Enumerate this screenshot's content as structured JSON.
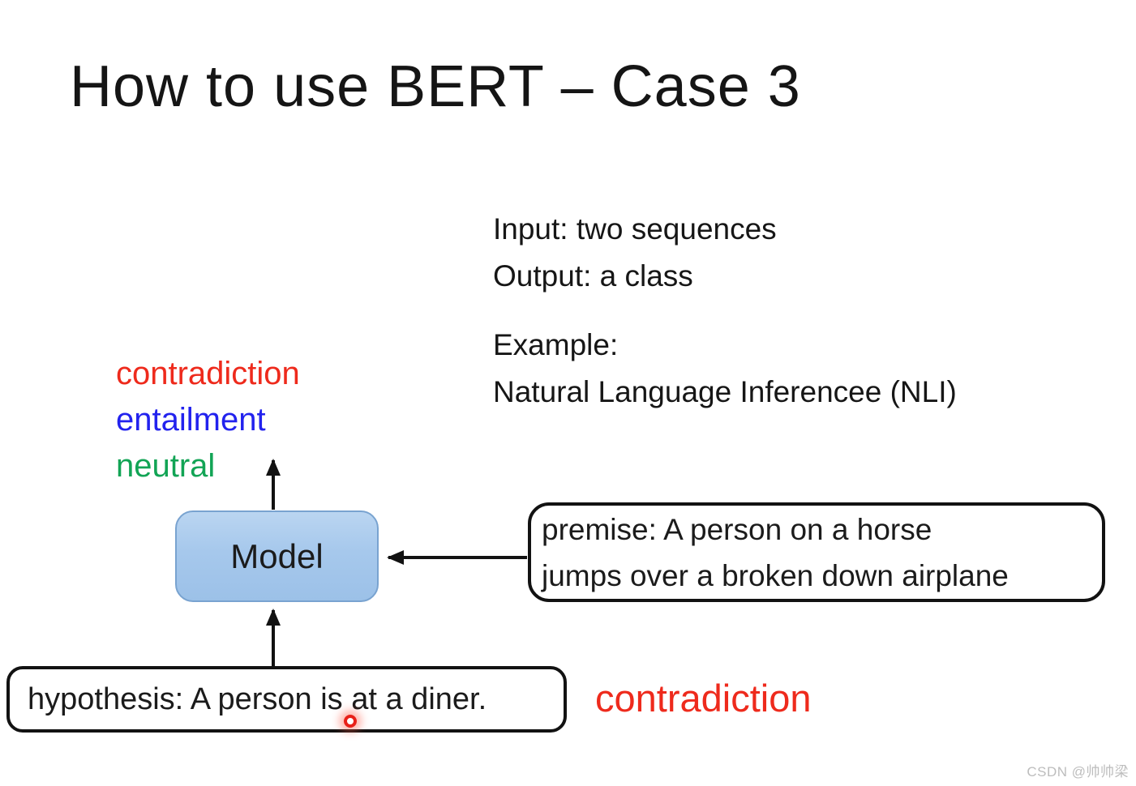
{
  "slide": {
    "title": "How to use BERT – Case 3",
    "io": {
      "input": "Input: two sequences",
      "output": "Output: a class"
    },
    "example": {
      "heading": "Example:",
      "detail": "Natural Language Inferencee (NLI)"
    },
    "output_classes": [
      {
        "label": "contradiction",
        "color": "#ee2a1c"
      },
      {
        "label": "entailment",
        "color": "#2222ee"
      },
      {
        "label": "neutral",
        "color": "#12a455"
      }
    ],
    "model_label": "Model",
    "premise": {
      "line1": "premise: A person on a horse",
      "line2": "jumps over a broken down airplane"
    },
    "hypothesis": "hypothesis: A person is at a diner.",
    "prediction": {
      "label": "contradiction",
      "color": "#ee2a1c"
    },
    "model_box_colors": {
      "fill_top": "#bad5f1",
      "fill_bottom": "#9cc1e8",
      "border": "#79a3d0"
    },
    "arrow_color": "#121212"
  },
  "pointer": {
    "type": "laser-dot",
    "color": "#e82018"
  },
  "watermark": "CSDN @帅帅梁"
}
